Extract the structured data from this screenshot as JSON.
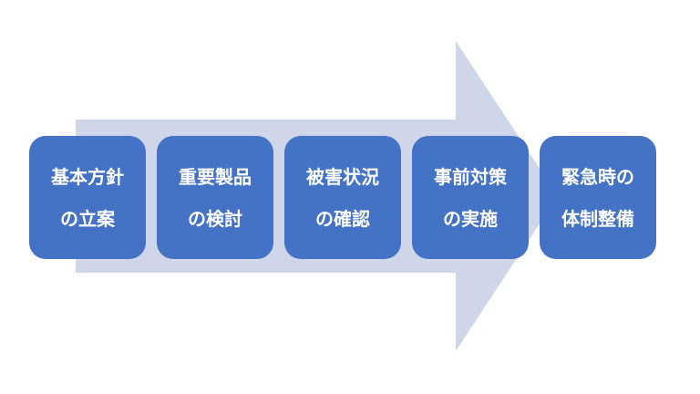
{
  "colors": {
    "arrow": "#d0d6ea",
    "box": "#4472c4",
    "text": "#ffffff"
  },
  "steps": [
    {
      "line1": "基本方針",
      "line2": "の立案"
    },
    {
      "line1": "重要製品",
      "line2": "の検討"
    },
    {
      "line1": "被害状況",
      "line2": "の確認"
    },
    {
      "line1": "事前対策",
      "line2": "の実施"
    },
    {
      "line1": "緊急時の",
      "line2": "体制整備"
    }
  ]
}
